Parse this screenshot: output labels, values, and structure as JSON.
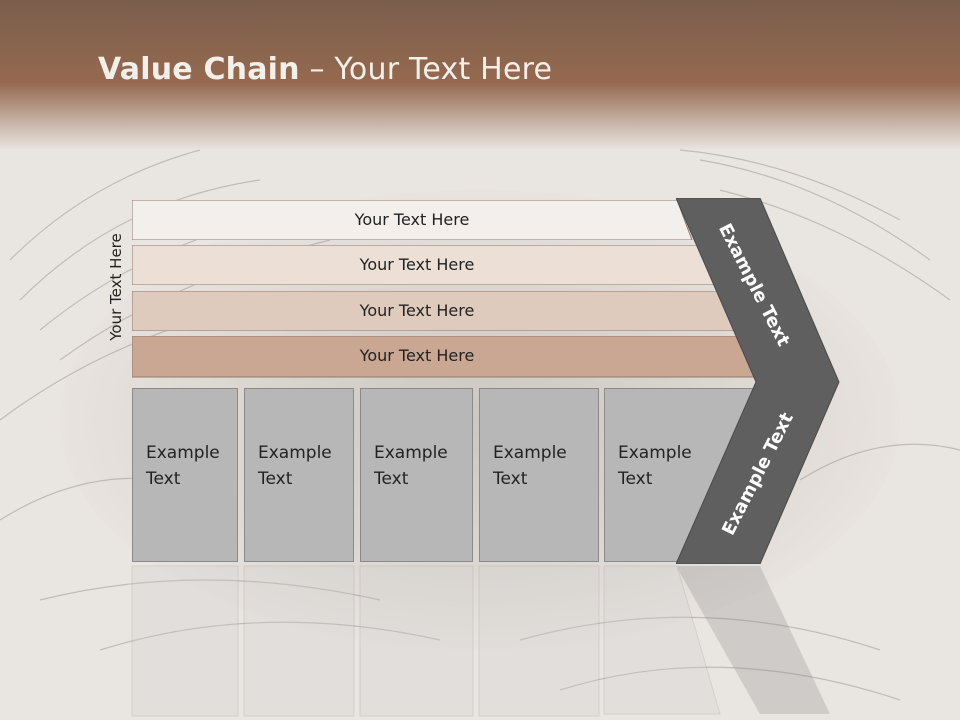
{
  "title": {
    "bold": "Value Chain",
    "rest": " – Your Text Here"
  },
  "side_label": "Your Text Here",
  "rows": [
    {
      "label": "Your Text Here",
      "color": "#f3efec"
    },
    {
      "label": "Your Text Here",
      "color": "#ebdfd6"
    },
    {
      "label": "Your Text Here",
      "color": "#dfcbbd"
    },
    {
      "label": "Your Text Here",
      "color": "#c9a793"
    }
  ],
  "boxes": [
    {
      "line1": "Example",
      "line2": "Text"
    },
    {
      "line1": "Example",
      "line2": "Text"
    },
    {
      "line1": "Example",
      "line2": "Text"
    },
    {
      "line1": "Example",
      "line2": "Text"
    },
    {
      "line1": "Example",
      "line2": "Text"
    }
  ],
  "chevron": {
    "upper": "Example Text",
    "lower": "Example Text",
    "color": "#5f5f5f"
  },
  "colors": {
    "box_fill": "#b7b7b7",
    "header": "#95694f"
  }
}
